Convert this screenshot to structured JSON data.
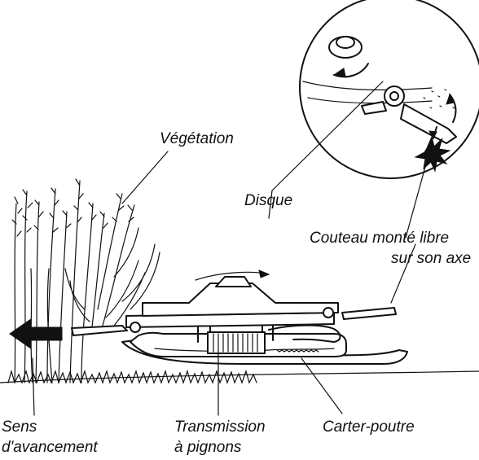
{
  "labels": {
    "vegetation": "Végétation",
    "disque": "Disque",
    "couteau_line1": "Couteau monté libre",
    "couteau_line2": "sur son axe",
    "sens_line1": "Sens",
    "sens_line2": "d'avancement",
    "transmission_line1": "Transmission",
    "transmission_line2": "à pignons",
    "carter": "Carter-poutre"
  }
}
